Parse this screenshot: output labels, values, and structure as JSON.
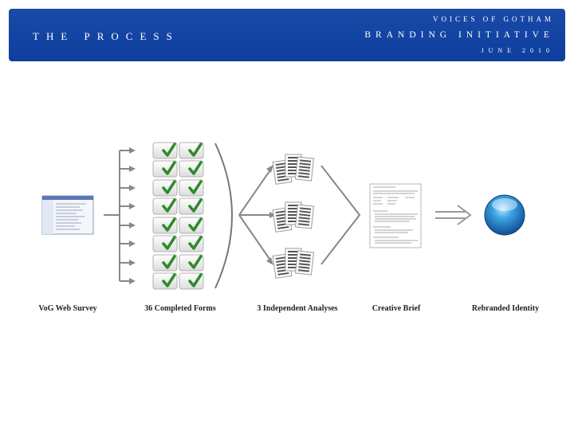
{
  "header": {
    "title": "THE PROCESS",
    "org": "VOICES OF GOTHAM",
    "initiative": "BRANDING INITIATIVE",
    "date": "JUNE 2010"
  },
  "steps": [
    {
      "label": "VoG Web Survey"
    },
    {
      "label": "36 Completed Forms"
    },
    {
      "label": "3 Independent Analyses"
    },
    {
      "label": "Creative Brief"
    },
    {
      "label": "Rebranded Identity"
    }
  ],
  "colors": {
    "header_bg": "#1a4aa8",
    "check": "#2f8a2c",
    "arrow": "#888888",
    "orb": "#2a8fd6"
  },
  "icons": [
    "survey-screenshot-icon",
    "checkbox-check-icon",
    "document-stack-icon",
    "creative-brief-document-icon",
    "blue-orb-icon"
  ]
}
